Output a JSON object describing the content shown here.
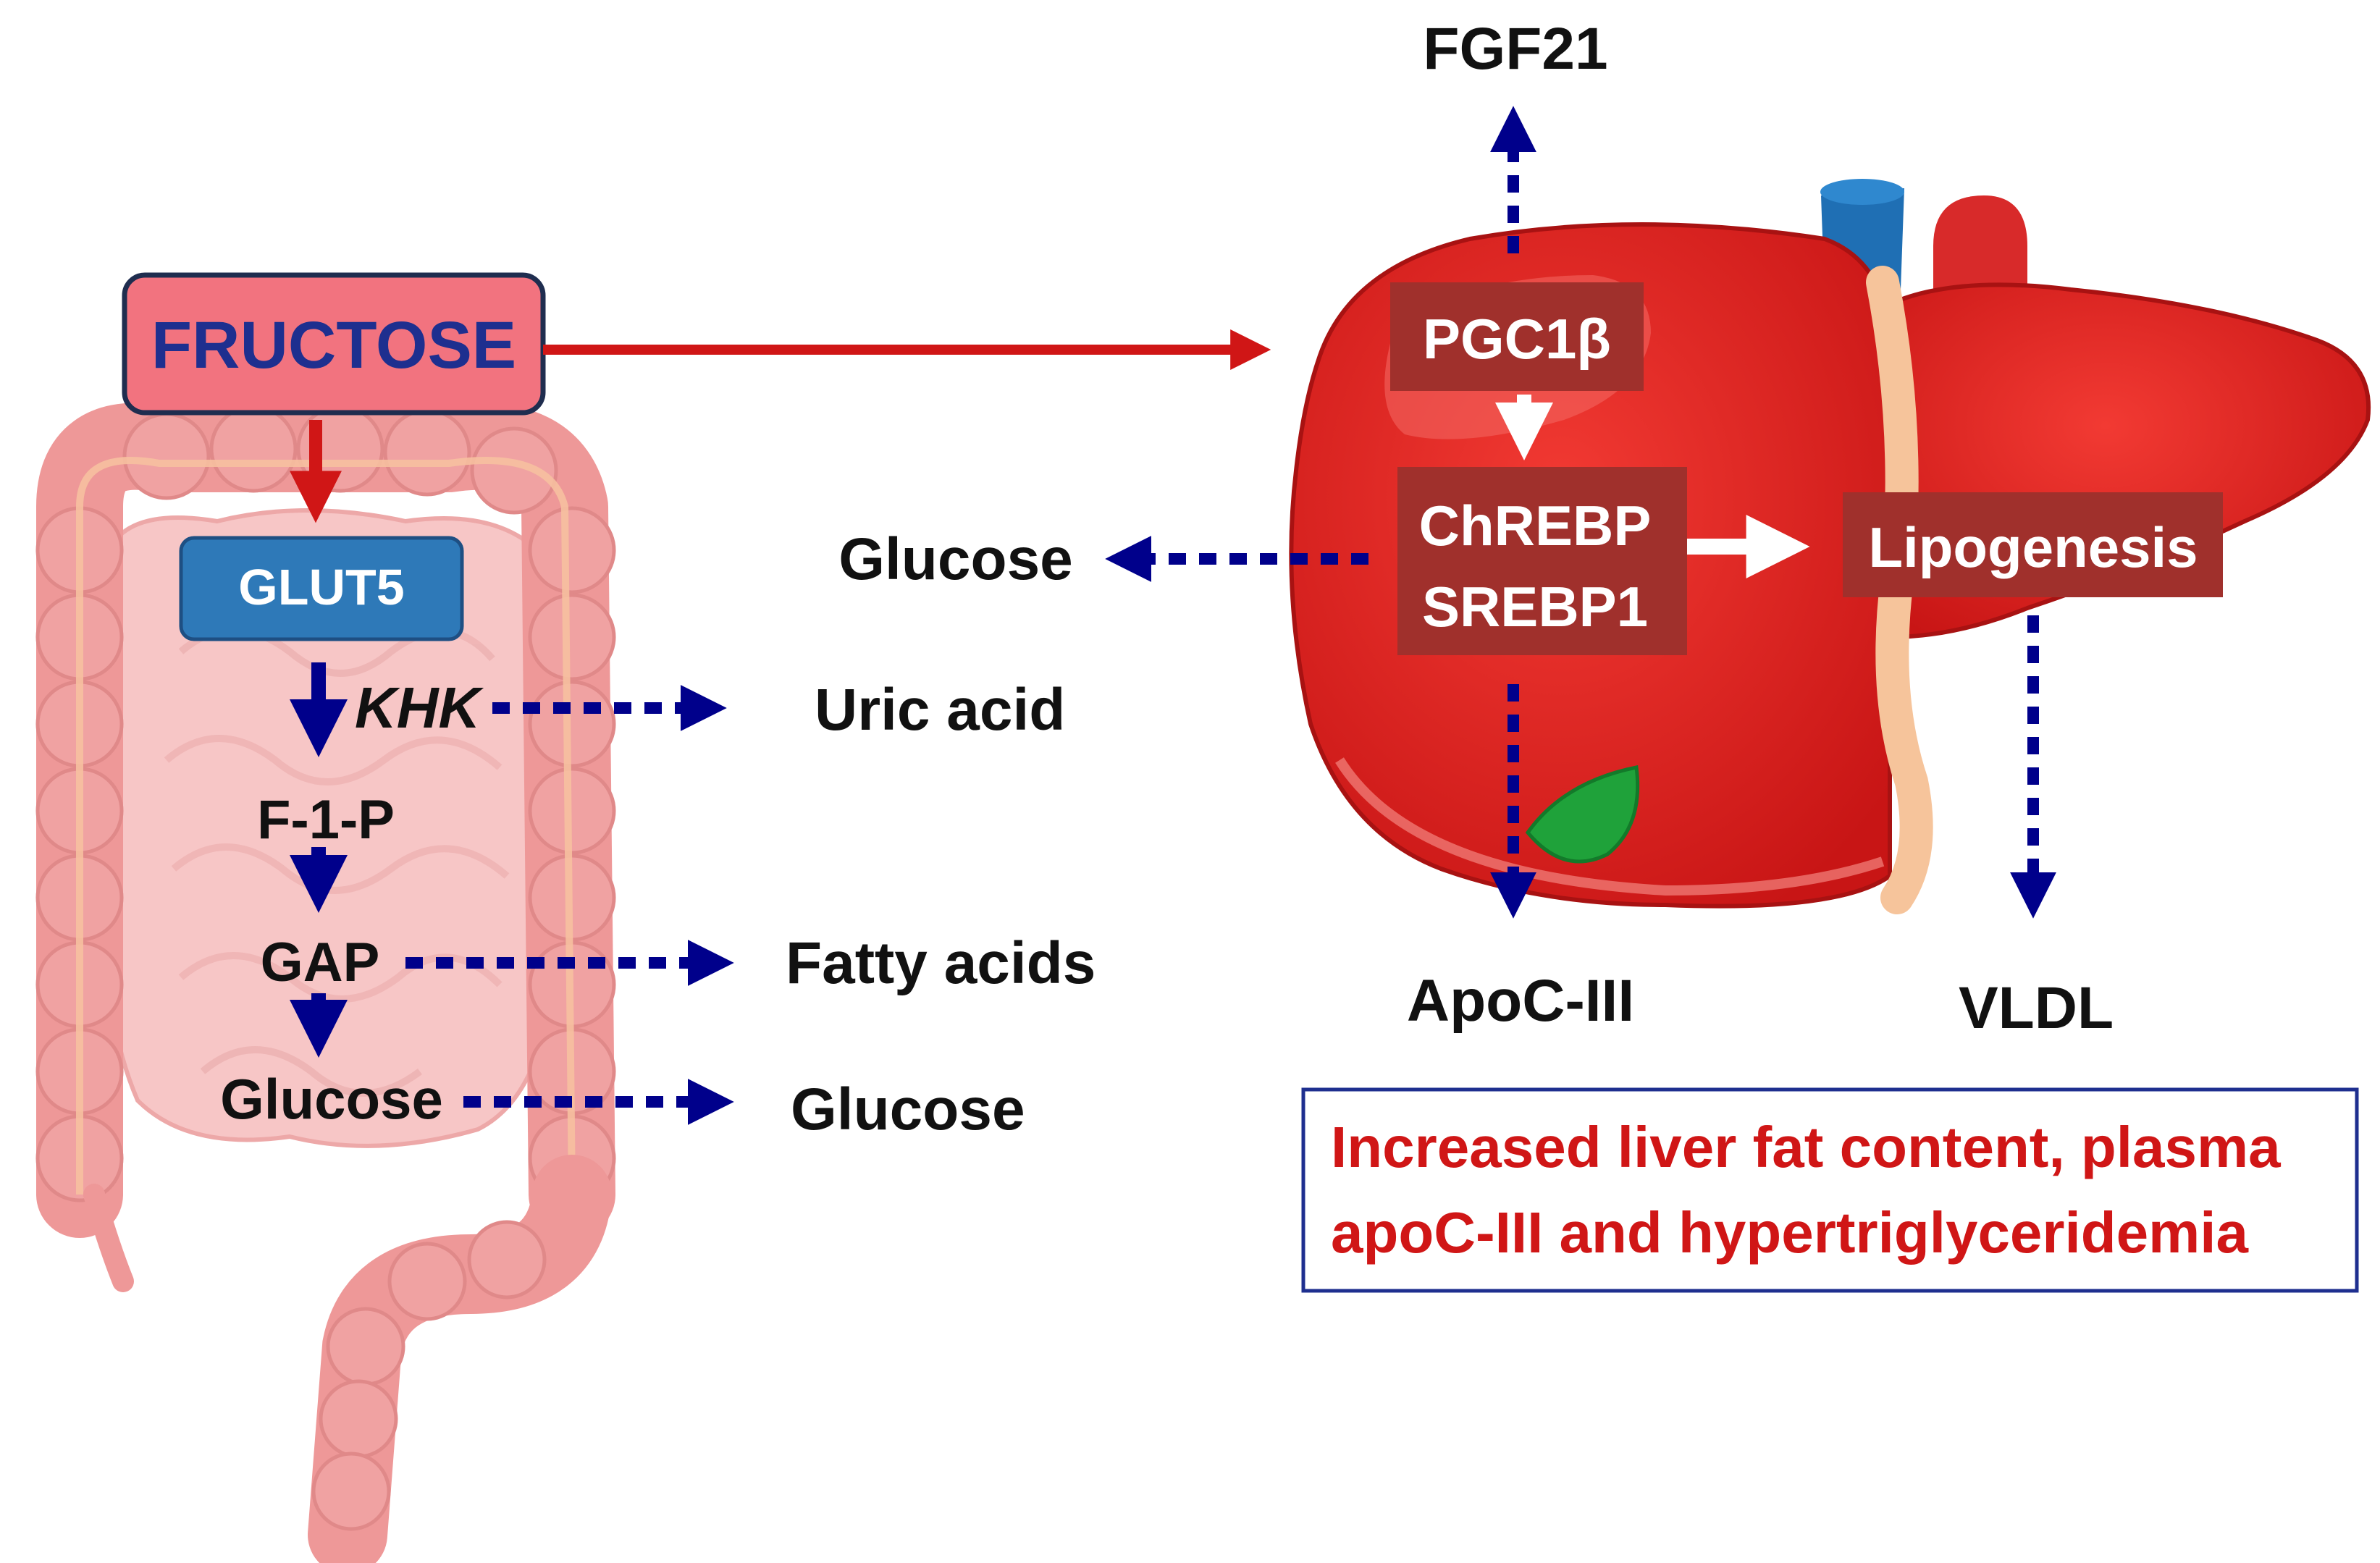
{
  "labels": {
    "fructose": "FRUCTOSE",
    "glut5": "GLUT5",
    "khk": "KHK",
    "f1p": "F-1-P",
    "gap": "GAP",
    "glucose_gut": "Glucose",
    "uric_acid": "Uric acid",
    "fatty_acids": "Fatty acids",
    "glucose_out": "Glucose",
    "glucose_liver_out": "Glucose",
    "fgf21": "FGF21",
    "pgc1b": "PGC1β",
    "chrebp": "ChREBP",
    "srebp1": "SREBP1",
    "lipogenesis": "Lipogenesis",
    "apoc3": "ApoC-III",
    "vldl": "VLDL"
  },
  "conclusion": {
    "line1": "Increased liver fat content, plasma",
    "line2": "apoC-III and hypertriglyceridemia"
  },
  "colors": {
    "fructose_fill": "#F2737F",
    "fructose_text": "#1E2F8F",
    "glut5_fill": "#2E79B8",
    "dark_blue_arrow": "#00008B",
    "red_arrow": "#D01616",
    "liver_red": "#E32222",
    "liver_box": "#A0302C",
    "intestine_pink": "#EE9898",
    "gallbladder_green": "#1FA23A",
    "vessel_blue": "#1F6FB4",
    "conclusion_text": "#D01616",
    "conclusion_border": "#1E2F8F"
  }
}
